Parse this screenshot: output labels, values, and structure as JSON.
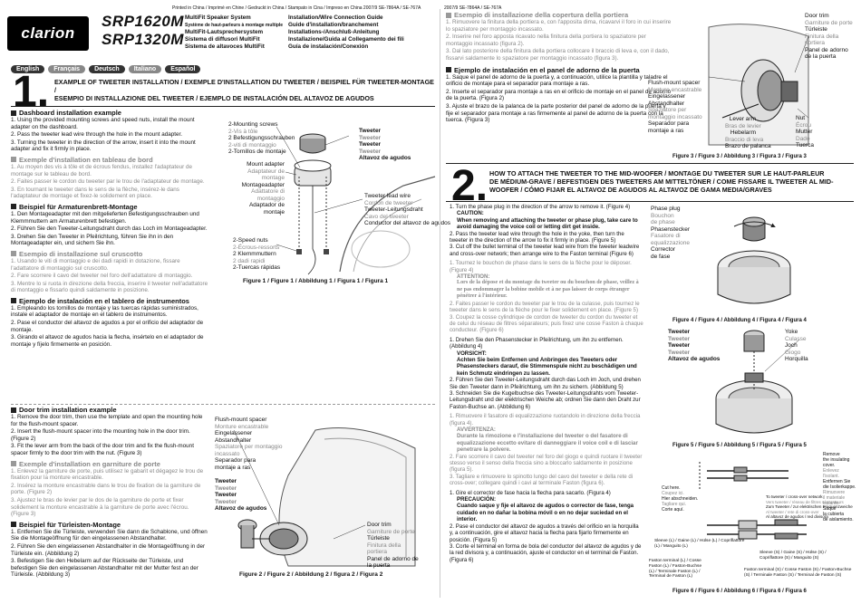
{
  "header": {
    "printed": "Printed in China / Imprimé en Chine / Gedruckt in China / Stampato in Cina / Impreso en China  2007/9  SE-7864A / SE-767A",
    "brand": "clarion",
    "models": [
      "SRP1620M",
      "SRP1320M"
    ],
    "product_names": [
      "MultiFit Speaker System",
      "Système de haut-parleurs à montage multiple",
      "MultiFit-Lautsprechersystem",
      "Sistema di diffusori MultiFit",
      "Sistema de altavoces MultiFit"
    ],
    "guide_names": [
      "Installation/Wire Connection Guide",
      "Guide d'installation/branchement",
      "Installations-/Anschluß-Anleitung",
      "Installazione/Guida al Collegamento dei fili",
      "Guía de instalación/Conexión"
    ],
    "languages": [
      "English",
      "Français",
      "Deutsch",
      "Italiano",
      "Español"
    ]
  },
  "section1": {
    "number": "1.",
    "title_l1": "EXAMPLE OF TWEETER INSTALLATION / EXEMPLE D'INSTALLATION DU TWEETER / BEISPIEL FÜR TWEETER-MONTAGE /",
    "title_l2": "ESEMPIO DI INSTALLAZIONE DEL TWEETER / EJEMPLO DE INSTALACIÓN DEL ALTAVOZ DE AGUDOS",
    "dash_en_h": "Dashboard installation example",
    "dash_en": [
      "1. Using the provided mounting screws and speed nuts, install the mount adapter on the dashboard.",
      "2. Pass the tweeter lead wire through the hole in the mount adapter.",
      "3. Turning the tweeter in the direction of the arrow, insert it into the mount adapter and fix it firmly in place."
    ],
    "dash_fr_h": "Exemple d'installation en tableau de bord",
    "dash_fr": [
      "1. Au moyen des vis à tôle et de écrous fendus, installez l'adaptateur de montage sur le tableau de bord.",
      "2. Faites passer le cordon du tweeter par le trou de l'adaptateur de montage.",
      "3. En tournant le tweeter dans le sens de la flèche, insérez-le dans l'adaptateur de montage et fixez-le solidement en place."
    ],
    "dash_de_h": "Beispiel für Armaturenbrett-Montage",
    "dash_de": [
      "1. Den Montageadapter mit den mitgelieferten Befestigungsschrauben und Klemmmuttern am Armaturenbrett befestigen.",
      "2. Führen Sie den Tweeter-Leitungsdraht durch das Loch im Montageadapter.",
      "3. Drehen Sie den Tweeter in Pfeilrichtung, führen Sie ihn in den Montageadapter ein, und sichern Sie ihn."
    ],
    "dash_it_h": "Esempio di installazione sul cruscotto",
    "dash_it": [
      "1. Usando le viti di montaggio e dei dadi rapidi in dotazione, fissare l'adattatore di montaggio sul cruscotto.",
      "2. Fare scorrere il cavo del tweeter nel foro dell'adattatore di montaggio.",
      "3. Mentre lo si ruota in direzione della freccia, inserire il tweeter nell'adattatore di montaggio e fissarlo quindi saldamente in posizione."
    ],
    "dash_es_h": "Ejemplo de instalación en el tablero de instrumentos",
    "dash_es": [
      "1. Empleando los tornillos de montaje y las tuercas rápidas suministrados, instale el adaptador de montaje en el tablero de instrumentos.",
      "2. Pase el conductor del altavoz de agudos a por el orificio del adaptador de montaje.",
      "3. Girando el altavoz de agudos hacia la flecha, insértelo en el adaptador de montaje y fíjelo firmemente en posición."
    ],
    "fig1": {
      "screws": [
        "2-Mounting screws",
        "2-Vis à tôle",
        "2 Befestigungsschrauben",
        "2-viti di montaggio",
        "2-Tornillos de montaje"
      ],
      "adapter": [
        "Mount adapter",
        "Adaptateur de montage",
        "Montageadapter",
        "Adattatore di montaggio",
        "Adaptador de montaje"
      ],
      "tweeter": [
        "Tweeter",
        "Tweeter",
        "Tweeter",
        "Tweeter",
        "Altavoz de agudos"
      ],
      "wire": [
        "Tweeter lead wire",
        "Cordon de tweeter",
        "Tweeter-Leitungsdraht",
        "Cavo del tweeter",
        "Conductor del altavoz de agudos"
      ],
      "nuts": [
        "2-Speed nuts",
        "2-Écrous-ressorts",
        "2 Klemmmuttern",
        "2 dadi rapidi",
        "2-Tuercas rápidas"
      ],
      "caption": "Figure 1 / Figure 1 / Abbildung 1 / Figura 1 / Figura 1"
    },
    "door_en_h": "Door trim installation example",
    "door_en": [
      "1. Remove the door trim, then use the template and open the mounting hole for the flush-mount spacer.",
      "2. Insert the flush-mount spacer into the mounting hole in the door trim. (Figure 2)",
      "3. Fit the lever arm from the back of the door trim and fix the flush-mount spacer firmly to the door trim with the nut. (Figure 3)"
    ],
    "door_fr_h": "Exemple d'installation en garniture de porte",
    "door_fr": [
      "1. Enlevez la garniture de porte, puis utilisez le gabarit et dégagez le trou de fixation pour la monture encastrable.",
      "2. Insérez la monture encastrable dans le trou de fixation de la garniture de porte. (Figure 2)",
      "3. Ajustez le bras de levier par le dos de la garniture de porte et fixer solidement la monture encastrable à la garniture de porte avec l'écrou. (Figure 3)"
    ],
    "door_de_h": "Beispiel für Türleisten-Montage",
    "door_de": [
      "1. Entfernen Sie die Türleiste, verwenden Sie dann die Schablone, und öffnen Sie die Montageöffnung für den eingelassenen Abstandhalter.",
      "2. Führen Sie den eingelassenen Abstandhalter in die Montageöffnung in der Türleiste ein. (Abbildung 2)",
      "3. Befestigen Sie den Hebelarm auf der Rückseite der Türleiste, und befestigen Sie den eingelassenen Abstandhalter mit der Mutter fest an der Türleiste. (Abbildung 3)"
    ],
    "fig2": {
      "spacer": [
        "Flush-mount spacer",
        "Monture encastrable",
        "Eingelassener",
        "Abstandhalter",
        "Spaziatore per montaggio incassato",
        "Separador para montaje a ras"
      ],
      "tweeter": [
        "Tweeter",
        "Tweeter",
        "Tweeter",
        "Tweeter",
        "Altavoz de agudos"
      ],
      "door": [
        "Door trim",
        "Garniture de porte",
        "Türleiste",
        "Finitura della portiera",
        "Panel de adorno de la puerta"
      ],
      "caption": "Figure 2 / Figure 2 / Abbildung 2 / figura 2 / Figura 2"
    }
  },
  "right": {
    "it_door_h": "Esempio di installazione della copertura della portiera",
    "it_door": [
      "1. Rimuovere la finitura della portiera e, con l'apposita dima, ricavarvi il foro in cui inserire lo spaziatore per montaggio incassato.",
      "2. Inserire nel foro apposta ricavato nella finitura della portiera lo spaziatore per montaggio incassato (figura 2).",
      "3. Dal lato posteriore della finitura della portiera collocare il braccio di leva e, con il dado, fissarvi saldamente lo spaziatore per montaggio incassato (figura 3)."
    ],
    "es_door_h": "Ejemplo de instalación en el panel de adorno de la puerta",
    "es_door": [
      "1. Saque el panel de adorno de la puerta y, a continuación, utilice la plantilla y taladre el orificio de montaje para el separador para montaje a ras.",
      "2. Inserte el separador para montaje a ras en el orificio de montaje en el panel de adorno de la puerta. (Figura 2)",
      "3. Ajuste el brazo de la palanca de la parte posterior del panel de adorno de la puerta y fije el separador para montaje a ras firmemente al panel de adorno de la puerta con la tuerca. (Figura 3)"
    ],
    "fig3": {
      "door": [
        "Door trim",
        "Garniture de porte",
        "Türleiste",
        "Finitura della portiera",
        "Panel de adorno de la puerta"
      ],
      "spacer": [
        "Flush-mount spacer",
        "Monture encastrable",
        "Eingelassener",
        "Abstandhalter",
        "Spaziatore per montaggio incassato",
        "Separador para montaje a ras"
      ],
      "lever": [
        "Lever arm",
        "Bras de levier",
        "Hebelarm",
        "Braccio di leva",
        "Brazo de palanca"
      ],
      "nut": [
        "Nut",
        "Écrou",
        "Mutter",
        "Dado",
        "Tuerca"
      ],
      "caption": "Figure 3 / Figure 3 / Abbildung 3 / Figura 3 / Figura 3"
    },
    "section2": {
      "number": "2.",
      "title_l1": "HOW TO ATTACH THE TWEETER TO THE MID-WOOFER / MONTAGE DU TWEETER SUR LE HAUT-PARLEUR",
      "title_l2": "DE MÉDIUM-GRAVE / BEFESTIGEN DES TWEETERS AM MITTELTÖNER / COME FISSARE IL TWEETER AL MID-",
      "title_l3": "WOOFER / CÓMO FIJAR EL ALTAVOZ DE AGUDOS AL ALTAVOZ DE GAMA MEDIA/GRAVES"
    },
    "steps_en": [
      "1. Turn the phase plug in the direction of the arrow to remove it. (Figure 4)",
      "CAUTION:",
      "When removing and attaching the tweeter or phase plug, take care to avoid damaging the voice coil or letting dirt get inside.",
      "2. Pass the tweeter lead wire through the hole in the yoke, then turn the tweeter in the direction of the arrow to fix it firmly in place. (Figure 5)",
      "3. Cut off the bullet terminal of the tweeter lead wire from the tweeter leadwire and cross-over network; then arrange wire to the Faston terminal (Figure 6)"
    ],
    "steps_fr": [
      "1. Tournez le bouchon de phase dans le sens de la flèche pour le déposer. (Figure 4)",
      "ATTENTION:",
      "Lors de la dépose et du montage du tweeter ou du bouchon de phase, veillez à ne pas endommager la bobine mobile et à ne pas laisser de corps étranger pénétrer à l'intérieur.",
      "2. Faites passer le cordon du tweeter par le trou de la culasse, puis tournez le tweeter dans le sens de la flèche pour le fixer solidement en place. (Figure 5)",
      "3. Coupez la cosse cylindrique de cordon de tweeter du cordon du tweeter et de celui du réseau de filtres séparateurs; puis fixez une cosse Faston à chaque conducteur. (Figure 6)"
    ],
    "steps_de": [
      "1. Drehen Sie den Phasenstecker in Pfeilrichtung, um ihn zu entfernen. (Abbildung 4)",
      "VORSICHT:",
      "Achten Sie beim Entfernen und Anbringen des Tweeters oder Phasensteckers darauf, die Stimmenspule nicht zu beschädigen und kein Schmutz eindringen zu lassen.",
      "2. Führen Sie den Tweeter-Leitungsdraht durch das Loch im Joch, und drehen Sie den Tweeter dann in Pfeilrichtung, um ihn zu sichern. (Abbildung 5)",
      "3. Schneiden Sie die Kugelbuchse des Tweeter-Leitungsdrahts vom Tweeter-Leitungsdraht und der elektrischen Weiche ab; ordnen Sie dann den Draht zur Faston-Buchse an. (Abbildung 6)"
    ],
    "steps_it": [
      "1. Rimuovere il fasatore di equalizzazione ruotandolo in direzione della freccia (figura 4).",
      "AVVERTENZA:",
      "Durante la rimozione e l'installazione del tweeter o del fasatore di equalizzazione eccetto evitare di danneggiare il voice coil e di lasciar penetrare la polvere.",
      "2. Fare scorrere il cavo del tweeter nel foro del giogo e quindi ruotare il tweeter stesso verso il senso della freccia sino a bloccarlo saldamente in posizione   (figura 5).",
      "3. Tagliare e rimuovere lo spinotto lungo del cavo del tweeter e della rete di cross-over; collegare quindi i cavi al terminale Faston (figura 6)."
    ],
    "steps_es": [
      "1. Gire el corrector de fase hacia la flecha para sacarlo. (Figura 4)",
      "PRECAUCIÓN:",
      "Cuando saque y fije el altavoz de agudos o corrector de fase, tenga cuidado en no dañar la bobina móvil o en no dejar suciedad en el interior.",
      "2. Pase el conductor del altavoz de agudos a través del orificio en la horquilla y, a continuación, gire el altavoz hacia la flecha para fijarlo firmemente en posición. (Figura 5)",
      "3. Corte el terminal en forma de bola del conductor del altavoz de agudos y de la red divisora y, a continuación, ajuste el conductor en el terminal de Faston. (Figura 6)"
    ],
    "fig4": {
      "phase": [
        "Phase plug",
        "Bouchon",
        "de phase",
        "Phasenstecker",
        "Fasatore di",
        "equalizzazione",
        "Corrector",
        "de fase"
      ],
      "caption": "Figure 4 / Figure 4 / Abbildung 4 / Figura 4 / Figura 4"
    },
    "fig5": {
      "tweeter": [
        "Tweeter",
        "Tweeter",
        "Tweeter",
        "Tweeter",
        "Altavoz de agudos"
      ],
      "yoke": [
        "Yoke",
        "Culasse",
        "Joch",
        "Giogo",
        "Horquilla"
      ],
      "caption": "Figure 5 / Figure 5 / Abbildung 5 / Figura 5 / Figura 5"
    },
    "fig6": {
      "remove": [
        "Remove",
        "the insulating",
        "cover.",
        "Enlevez",
        "l'isolant.",
        "Entfernen Sie",
        "die Isolierkappe.",
        "Rimuovere",
        "il materiale",
        "isolante.",
        "Saque",
        "la cubierta",
        "de aislamiento."
      ],
      "cut": [
        "Cut here.",
        "Coupez ici.",
        "Hier abschneiden.",
        "Tagliare qui.",
        "Corte aquí."
      ],
      "to_tweeter": [
        "To tweeter / cross-over network",
        "Vers tweeter / réseau de filtres séparateurs",
        "Zum Tweeter / zur elektrischen Frequenzweiche",
        "Al tweeter / rete di cross-over",
        "Al altavoz de agudos / red divisora"
      ],
      "sleeve_l": "Sleeve (L) / Gaine (L) / Hülse (L) / Copriflattore (L) / Manguito (L)",
      "sleeve_s": "Sleeve (S) / Gaine (S) / Hülse (S) / Copriflattore (S) / Manguito (S)",
      "faston_l": "Faston terminal (L) / Cosse Faston (L) / Faston-Buchse (L) / Terminale Faston (L) / Terminal de Faston (L)",
      "faston_s": "Faston terminal (S) / Cosse Faston (S) / Faston-Buchse (S) / Terminale Faston (S) / Terminal de Faston (S)",
      "caption": "Figure 6 / Figure 6 / Abbildung 6 / Figura 6 / Figura 6"
    }
  }
}
